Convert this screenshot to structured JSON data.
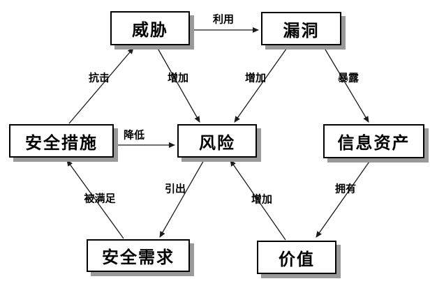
{
  "diagram": {
    "background_color": "#ffffff",
    "node_border_color": "#000000",
    "node_fill_color": "#ffffff",
    "node_shadow_color": "#999999",
    "line_color": "#1a1a1a",
    "nodes": {
      "threat": {
        "label": "威胁"
      },
      "vulnerability": {
        "label": "漏洞"
      },
      "security_measures": {
        "label": "安全措施"
      },
      "risk": {
        "label": "风险"
      },
      "information_assets": {
        "label": "信息资产"
      },
      "security_requirements": {
        "label": "安全需求"
      },
      "value": {
        "label": "价值"
      }
    },
    "edges": {
      "exploit": {
        "label": "利用",
        "from": "威胁",
        "to": "漏洞"
      },
      "resist": {
        "label": "抗击",
        "from": "安全措施",
        "to": "威胁"
      },
      "increase_from_threat": {
        "label": "增加",
        "from": "威胁",
        "to": "风险"
      },
      "increase_from_vulnerability": {
        "label": "增加",
        "from": "漏洞",
        "to": "风险"
      },
      "expose": {
        "label": "暴露",
        "from": "漏洞",
        "to": "信息资产"
      },
      "reduce": {
        "label": "降低",
        "from": "安全措施",
        "to": "风险"
      },
      "be_satisfied": {
        "label": "被满足",
        "from": "安全需求",
        "to": "安全措施"
      },
      "lead_to": {
        "label": "引出",
        "from": "风险",
        "to": "安全需求"
      },
      "increase_from_value": {
        "label": "增加",
        "from": "价值",
        "to": "风险"
      },
      "possess": {
        "label": "拥有",
        "from": "信息资产",
        "to": "价值"
      }
    }
  }
}
